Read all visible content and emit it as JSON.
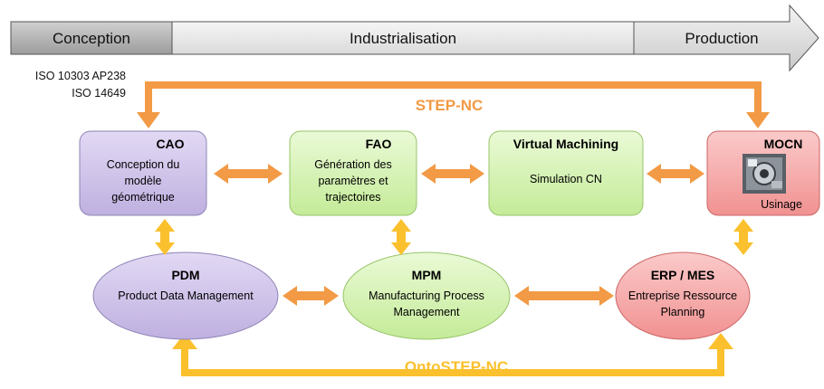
{
  "timeline": {
    "phases": [
      "Conception",
      "Industrialisation",
      "Production"
    ]
  },
  "standards": [
    "ISO 10303 AP238",
    "ISO 14649"
  ],
  "links": {
    "stepnc": {
      "label": "STEP-NC",
      "color": "#f29a45"
    },
    "ontostepnc": {
      "label": "OntoSTEP-NC",
      "color": "#fbc02d"
    },
    "arrow_color": "#f29a45",
    "arrow_color_bottom": "#fbc02d"
  },
  "nodes": {
    "cao": {
      "title": "CAO",
      "lines": [
        "Conception du",
        "modèle",
        "géométrique"
      ]
    },
    "fao": {
      "title": "FAO",
      "lines": [
        "Génération des",
        "paramètres et",
        "trajectoires"
      ]
    },
    "vm": {
      "title": "Virtual Machining",
      "lines": [
        "Simulation CN"
      ]
    },
    "mocn": {
      "title": "MOCN",
      "lines": [
        "Usinage"
      ]
    },
    "pdm": {
      "title": "PDM",
      "lines": [
        "Product Data Management"
      ]
    },
    "mpm": {
      "title": "MPM",
      "lines": [
        "Manufacturing Process",
        "Management"
      ]
    },
    "erp": {
      "title": "ERP / MES",
      "lines": [
        "Entreprise Ressource",
        "Planning"
      ]
    }
  },
  "colors": {
    "purple": "#d4c8ec",
    "green": "#d7f1b5",
    "red": "#f6a8a8"
  }
}
